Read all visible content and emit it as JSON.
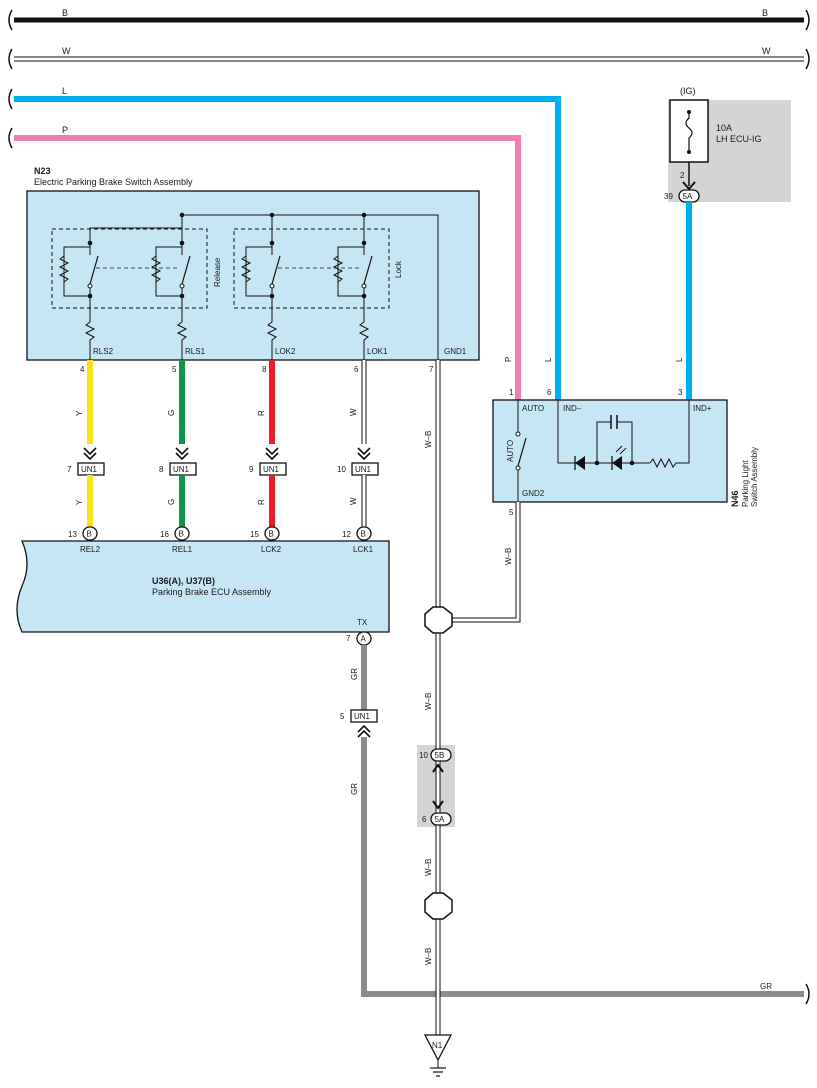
{
  "bus": {
    "B": {
      "left": "B",
      "right": "B"
    },
    "W": {
      "left": "W",
      "right": "W"
    },
    "L": "L",
    "P": "P",
    "GR": "GR"
  },
  "fuse": {
    "ig_label": "(IG)",
    "rating": "10A",
    "name": "LH ECU-IG",
    "pin": "2",
    "conn_pin": "39",
    "conn_id": "5A"
  },
  "n23": {
    "code": "N23",
    "name": "Electric Parking Brake Switch Assembly",
    "release_label": "Release",
    "lock_label": "Lock",
    "pins": [
      "RLS2",
      "RLS1",
      "LOK2",
      "LOK1",
      "GND1"
    ],
    "pin_numbers": [
      "4",
      "5",
      "8",
      "6",
      "7"
    ],
    "colors": {
      "box_fill": "#c5e6f4",
      "grey_fill": "#d4d4d4",
      "yellow": "#ffe016",
      "green": "#0f9648",
      "red": "#ed1c24",
      "blue": "#00aeef",
      "pink": "#ef7eb3",
      "grey_wire": "#8c8c8c"
    }
  },
  "wires": {
    "Y1": "Y",
    "Y2": "Y",
    "G1": "G",
    "G2": "G",
    "R1": "R",
    "R2": "R",
    "W1": "W",
    "W2": "W",
    "WB1": "W–B",
    "WB2": "W–B",
    "WB3": "W–B",
    "WB4": "W–B",
    "WB5": "W–B",
    "P_vert": "P",
    "L_vert": "L",
    "L_vert2": "L",
    "GR1": "GR",
    "GR2": "GR"
  },
  "un1": {
    "id": "UN1",
    "pins_top": [
      "7",
      "8",
      "9",
      "10"
    ],
    "pin_bottom": "5"
  },
  "ecu": {
    "code": "U36(A), U37(B)",
    "name": "Parking Brake ECU Assembly",
    "pins": [
      "REL2",
      "REL1",
      "LCK2",
      "LCK1"
    ],
    "pin_numbers": [
      "13",
      "16",
      "15",
      "12"
    ],
    "conn_id": "B",
    "tx_label": "TX",
    "tx_pin": "7",
    "tx_conn": "A"
  },
  "n46": {
    "code": "N46",
    "name_line1": "Parking Light",
    "name_line2": "Switch Assembly",
    "auto_label": "AUTO",
    "auto_sw_label": "AUTO",
    "ind_minus": "IND–",
    "ind_plus": "IND+",
    "gnd2": "GND2",
    "pin_auto": "1",
    "pin_ind_minus": "6",
    "pin_ind_plus": "3",
    "pin_gnd2": "5"
  },
  "junction": {
    "top_pin": "10",
    "top_id": "5B",
    "bottom_pin": "6",
    "bottom_id": "5A"
  },
  "ground": {
    "id": "N1"
  }
}
